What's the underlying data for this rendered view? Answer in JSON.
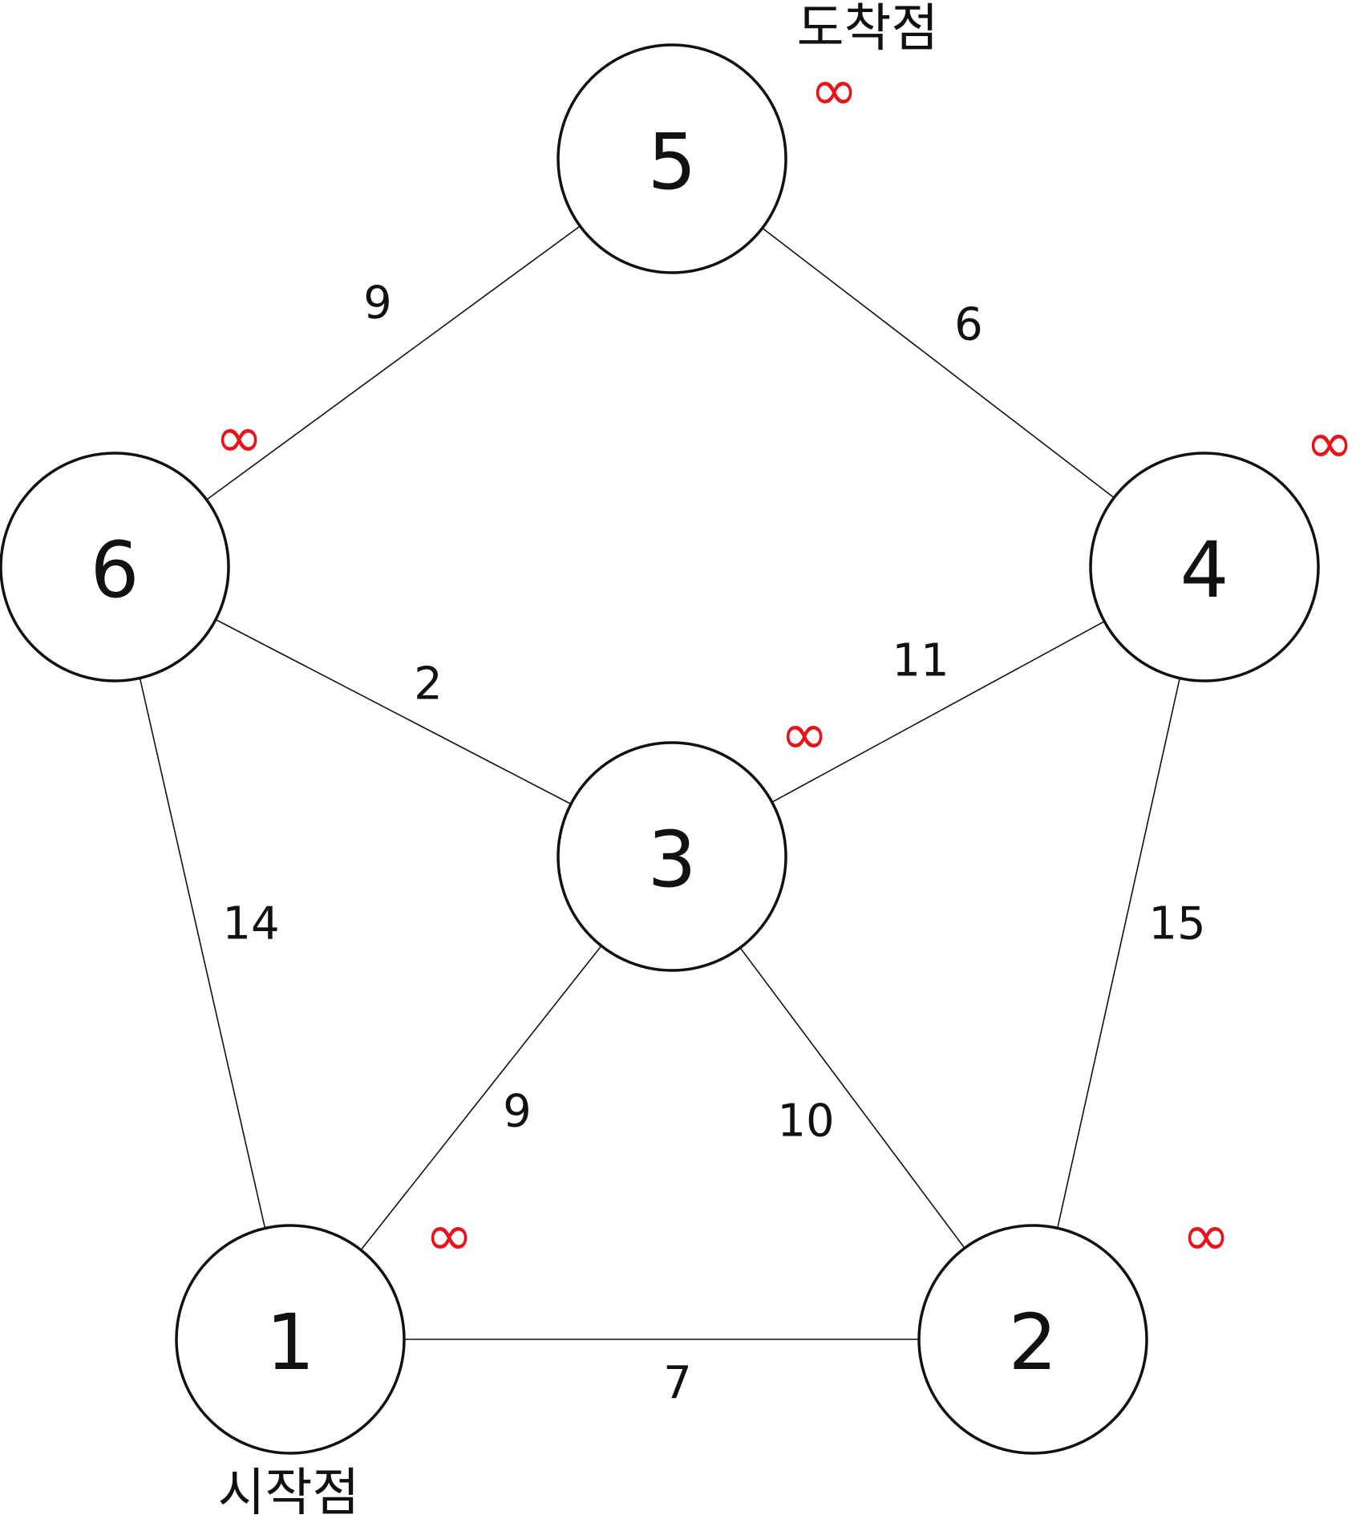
{
  "colors": {
    "stroke": "#111111",
    "node_fill": "#ffffff",
    "distance": "#e8141b"
  },
  "captions": {
    "start": "시작점",
    "end": "도착점"
  },
  "nodes": [
    {
      "id": "1",
      "label": "1",
      "distance": "∞"
    },
    {
      "id": "2",
      "label": "2",
      "distance": "∞"
    },
    {
      "id": "3",
      "label": "3",
      "distance": "∞"
    },
    {
      "id": "4",
      "label": "4",
      "distance": "∞"
    },
    {
      "id": "5",
      "label": "5",
      "distance": "∞"
    },
    {
      "id": "6",
      "label": "6",
      "distance": "∞"
    }
  ],
  "edges": [
    {
      "from": "5",
      "to": "6",
      "weight": "9"
    },
    {
      "from": "5",
      "to": "4",
      "weight": "6"
    },
    {
      "from": "6",
      "to": "3",
      "weight": "2"
    },
    {
      "from": "3",
      "to": "4",
      "weight": "11"
    },
    {
      "from": "6",
      "to": "1",
      "weight": "14"
    },
    {
      "from": "4",
      "to": "2",
      "weight": "15"
    },
    {
      "from": "3",
      "to": "1",
      "weight": "9"
    },
    {
      "from": "3",
      "to": "2",
      "weight": "10"
    },
    {
      "from": "1",
      "to": "2",
      "weight": "7"
    }
  ]
}
